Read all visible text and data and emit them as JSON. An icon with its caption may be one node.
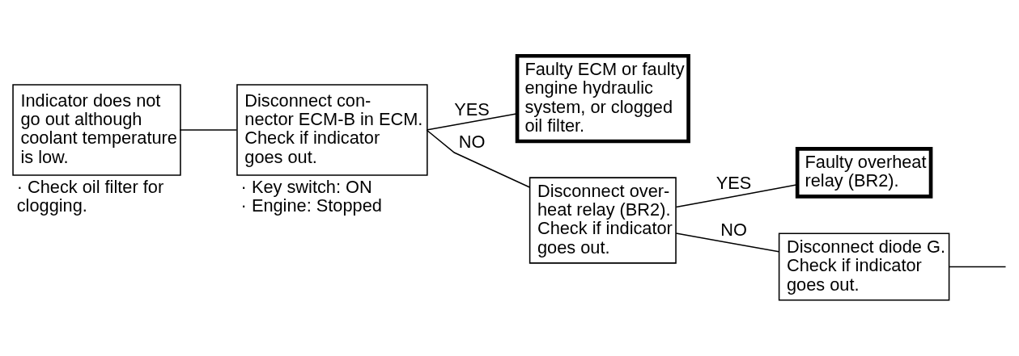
{
  "diagram": {
    "nodes": [
      {
        "text": [
          "Indicator does not go out although coolant temperature is low."
        ],
        "beside": [
          "· Check oil filter for clogging."
        ]
      },
      {
        "text": [
          "Disconnect con- nector ECM-B in ECM. Check if indicator goes out."
        ],
        "beside": [
          "· Key switch: ON",
          "· Engine: Stopped"
        ]
      },
      {
        "text": [
          "Faulty ECM or faulty engine hydraulic system, or clogged oil filter."
        ]
      },
      {
        "text": [
          "Disconnect over- heat relay (BR2). Check if indicator goes out."
        ]
      },
      {
        "text": [
          "Faulty overheat relay (BR2)."
        ]
      },
      {
        "text": [
          "Disconnect diode G. Check if indicator goes out."
        ]
      }
    ],
    "edges": [
      {
        "from": 0,
        "to": 1,
        "arrow": "none"
      },
      {
        "from": 1,
        "to": 2,
        "arrow": "none",
        "label": "YES"
      },
      {
        "from": 1,
        "to": 3,
        "arrow": "none",
        "label": "NO"
      },
      {
        "from": 3,
        "to": 4,
        "arrow": "none",
        "label": "YES"
      },
      {
        "from": 3,
        "to": 5,
        "arrow": "none",
        "label": "NO"
      },
      {
        "from": 5,
        "to": null,
        "arrow": "none"
      }
    ]
  }
}
